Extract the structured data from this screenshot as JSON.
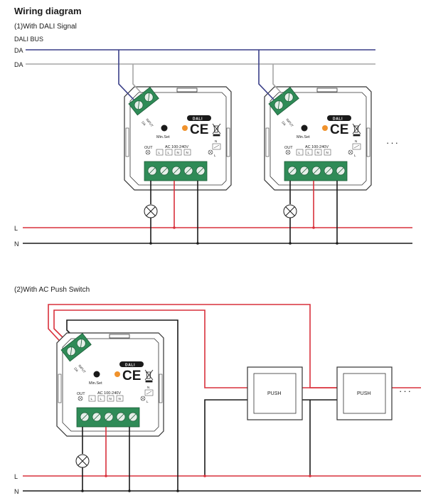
{
  "title": "Wiring diagram",
  "section1": {
    "heading": "(1)With DALI Signal",
    "bus_label": "DALI BUS",
    "da_label_1": "DA",
    "da_label_2": "DA",
    "l_label": "L",
    "n_label": "N",
    "continuation": "···"
  },
  "section2": {
    "heading": "(2)With AC Push Switch",
    "l_label": "L",
    "n_label": "N",
    "push_label_1": "PUSH",
    "push_label_2": "PUSH",
    "continuation": "···"
  },
  "device": {
    "dali_input_label": "DA | INPUT",
    "dali_input_da": "DA",
    "dali_input_text": "INPUT",
    "logo": "DALI",
    "ce_mark": "CE",
    "min_set_label": "Min.Set",
    "out_label": "OUT",
    "ac_label": "AC 100-240V",
    "terminals": [
      "L",
      "L",
      "N",
      "N"
    ],
    "n_label": "N",
    "l_small": "L"
  },
  "colors": {
    "live": "#d9303b",
    "neutral": "#1a1a1a",
    "da_bus_1": "#3a3f88",
    "da_bus_2": "#a6a6a6",
    "terminal": "#2f8b57",
    "indicator": "#f0922c"
  }
}
